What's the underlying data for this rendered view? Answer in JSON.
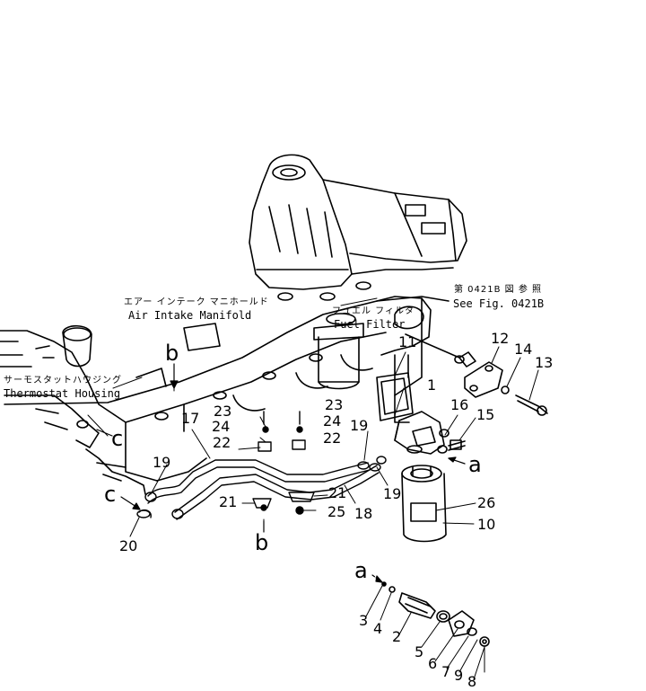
{
  "parts": {
    "p1": "1",
    "p2": "2",
    "p3": "3",
    "p4": "4",
    "p5": "5",
    "p6": "6",
    "p7": "7",
    "p8": "8",
    "p9": "9",
    "p10": "10",
    "p11": "11",
    "p12": "12",
    "p13": "13",
    "p14": "14",
    "p15": "15",
    "p16a": "16",
    "p17": "17",
    "p18": "18",
    "p19a": "19",
    "p19b": "19",
    "p19c": "19",
    "p20": "20",
    "p21a": "21",
    "p21b": "21",
    "p22a": "22",
    "p22b": "22",
    "p23a": "23",
    "p23b": "23",
    "p24a": "24",
    "p24b": "24",
    "p25": "25",
    "p26": "26"
  },
  "refs": {
    "a1": "a",
    "a2": "a",
    "b1": "b",
    "b2": "b",
    "c1": "c",
    "c2": "c"
  },
  "callouts": {
    "air_intake_jp": "エアー インテーク マニホールド",
    "air_intake_en": "Air Intake Manifold",
    "thermostat_jp": "サーモスタットハウジング",
    "thermostat_en": "Thermostat Housing",
    "fuel_filter_jp": "フュエル フィルタ",
    "fuel_filter_en": "Fuel Filter",
    "see_fig_jp": "第 0421B 図 参 照",
    "see_fig_en": "See Fig. 0421B"
  }
}
